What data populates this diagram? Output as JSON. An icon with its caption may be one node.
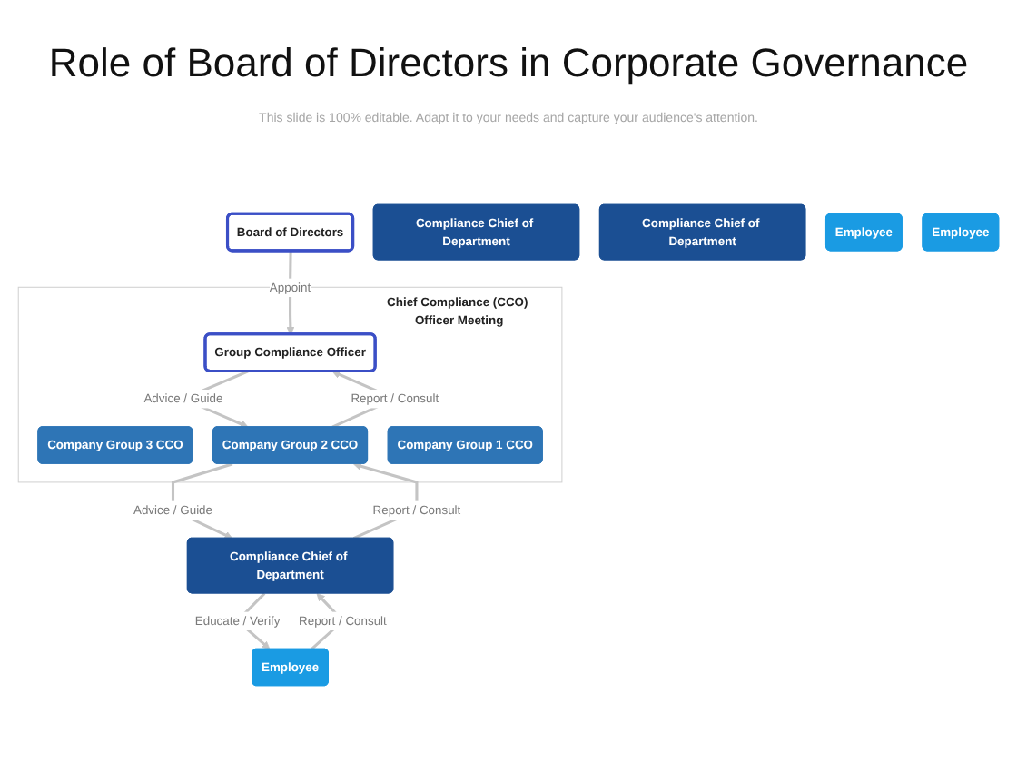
{
  "diagram": {
    "title": "Role of Board of Directors in Corporate Governance",
    "nodes": [
      {
        "text": [
          "Chief Compliance (CCO) Officer Meeting"
        ]
      },
      {
        "text": [
          "Group Compliance Officer"
        ],
        "in": 0
      },
      {
        "text": [
          "Company Group 3 CCO"
        ],
        "in": 0
      },
      {
        "text": [
          "Company Group 2 CCO"
        ],
        "in": 0
      },
      {
        "text": [
          "Company Group 1 CCO"
        ],
        "in": 0
      },
      {
        "text": [
          "Board of Directors"
        ]
      },
      {
        "text": [
          "Compliance Chief of Department"
        ]
      },
      {
        "text": [
          "Compliance Chief of Department"
        ]
      },
      {
        "text": [
          "Compliance Chief of Department"
        ]
      },
      {
        "text": [
          "Employee"
        ]
      },
      {
        "text": [
          "Employee"
        ]
      },
      {
        "text": [
          "Employee"
        ]
      }
    ],
    "edges": [
      {
        "from": 5,
        "to": 1,
        "arrow": "to",
        "label": "Appoint"
      },
      {
        "from": 1,
        "to": 3,
        "arrow": "to",
        "label": "Advice / Guide"
      },
      {
        "from": 3,
        "to": 1,
        "arrow": "to",
        "label": "Report / Consult"
      },
      {
        "from": 3,
        "to": 7,
        "arrow": "to",
        "label": "Advice / Guide"
      },
      {
        "from": 7,
        "to": 3,
        "arrow": "to",
        "label": "Report / Consult"
      },
      {
        "from": 7,
        "to": 10,
        "arrow": "to",
        "label": "Educate / Verify"
      },
      {
        "from": 10,
        "to": 7,
        "arrow": "to",
        "label": "Report / Consult"
      }
    ],
    "labels": [
      "This slide is 100% editable. Adapt it to your needs and capture your audience's attention."
    ]
  }
}
